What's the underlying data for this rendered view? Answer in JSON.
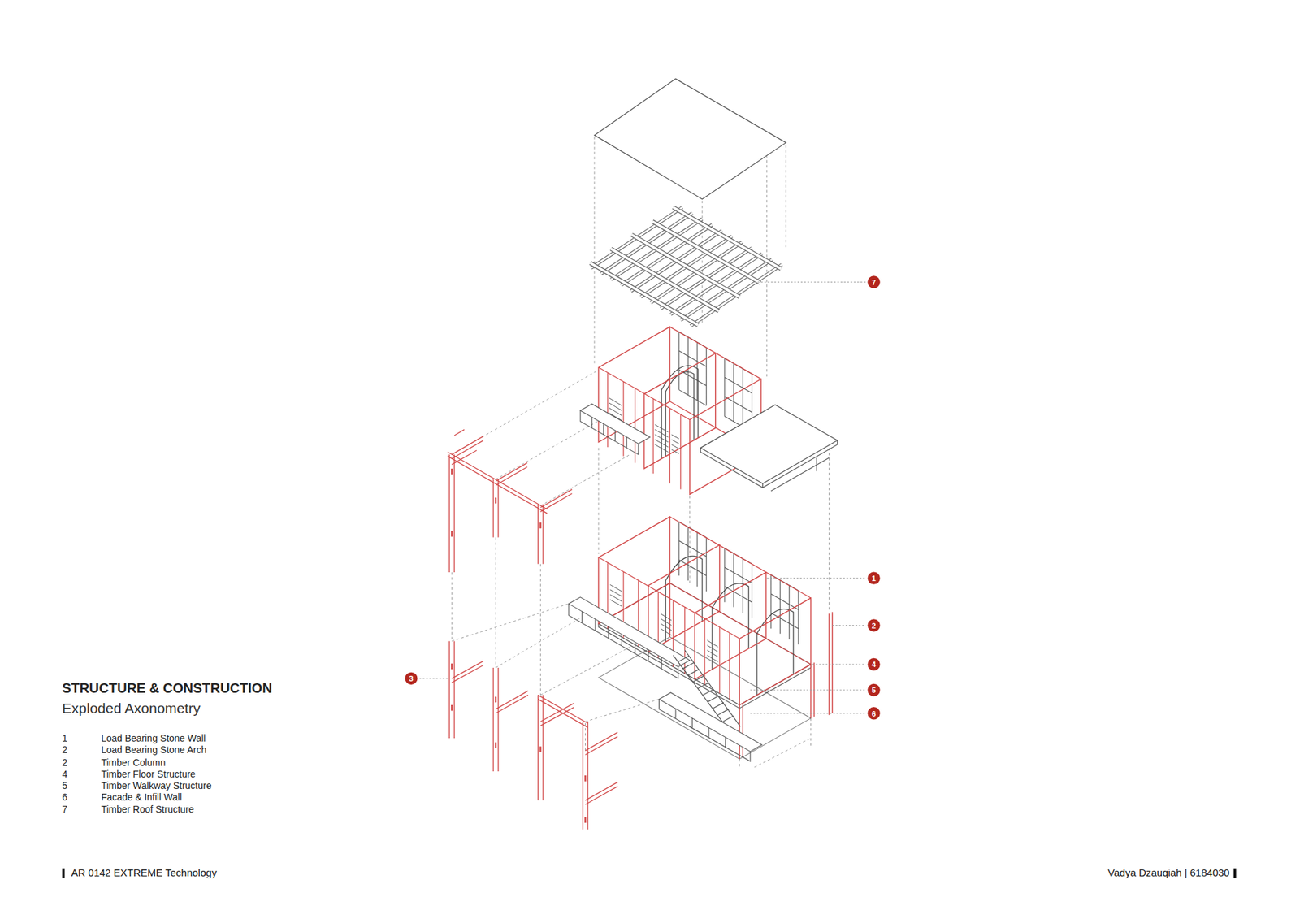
{
  "diagram": {
    "title": "STRUCTURE & CONSTRUCTION",
    "caption": "Exploded Axonometry",
    "labels": [
      "7",
      "1",
      "2",
      "4",
      "5",
      "6",
      "3",
      "1",
      "Load Bearing Stone Wall",
      "2",
      "Load Bearing Stone Arch",
      "2",
      "Timber Column",
      "4",
      "Timber Floor Structure",
      "5",
      "Timber Walkway Structure",
      "6",
      "Facade & Infill Wall",
      "7",
      "Timber Roof Structure",
      "AR 0142 EXTREME Technology",
      "Vadya Dzauqiah | 6184030"
    ]
  }
}
